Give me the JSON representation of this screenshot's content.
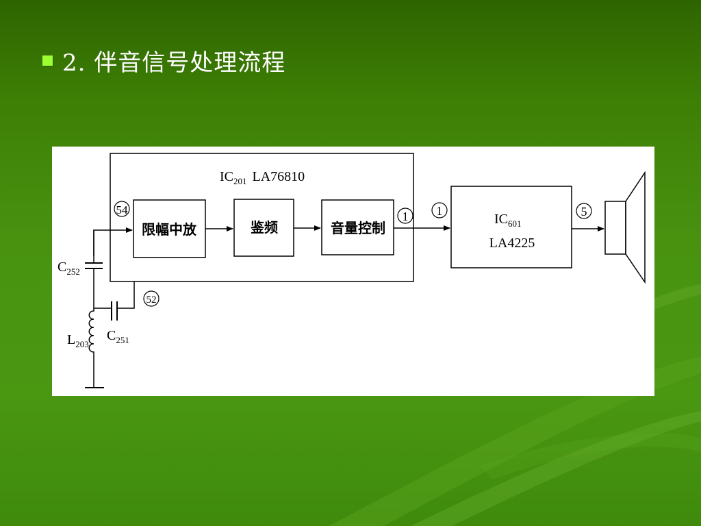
{
  "slide": {
    "bullet_color": "#9cff33",
    "title": "2. 伴音信号处理流程"
  },
  "diagram": {
    "ic201_label": "IC",
    "ic201_sub": "201",
    "ic201_part": "LA76810",
    "ic601_label": "IC",
    "ic601_sub": "601",
    "ic601_part": "LA4225",
    "block_limiter": "限幅中放",
    "block_detector": "鉴频",
    "block_volume": "音量控制",
    "pin_54": "54",
    "pin_52": "52",
    "pin_1_out": "1",
    "pin_1_in": "1",
    "pin_5": "5",
    "c252_label": "C",
    "c252_sub": "252",
    "c251_label": "C",
    "c251_sub": "251",
    "l203_label": "L",
    "l203_sub": "203"
  }
}
